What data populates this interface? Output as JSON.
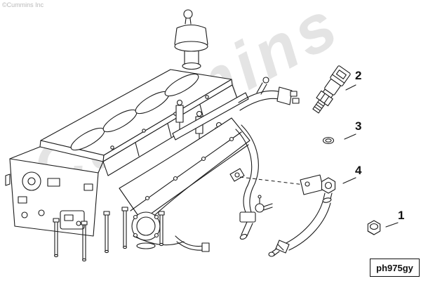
{
  "page": {
    "copyright": "©Cummins Inc",
    "watermark": "Cummins",
    "part_code": "ph975gy",
    "background_color": "#ffffff",
    "line_color": "#1a1a1a"
  },
  "callouts": [
    {
      "label": "2"
    },
    {
      "label": "3"
    },
    {
      "label": "4"
    },
    {
      "label": "1"
    }
  ]
}
